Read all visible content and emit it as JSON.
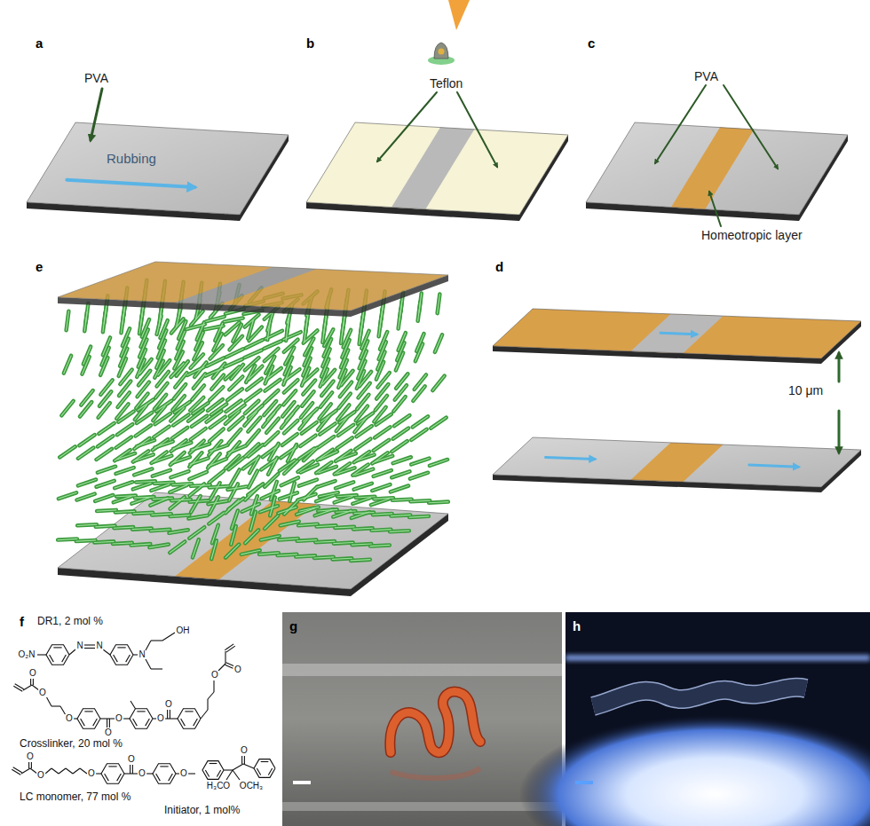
{
  "diagram": {
    "labels": [
      "a",
      "PVA",
      "Rubbing",
      "b",
      "Teflon",
      "c",
      "PVA",
      "Homeotropic layer",
      "e",
      "d",
      "10 μm",
      "f",
      "DR1, 2 mol %",
      "O₂N",
      "N",
      "N",
      "N",
      "OH",
      "Crosslinker, 20 mol %",
      "O",
      "O",
      "O",
      "O",
      "O",
      "O",
      "O",
      "O",
      "O",
      "LC monomer, 77 mol %",
      "O",
      "O",
      "O",
      "O",
      "O",
      "O",
      "Initiator, 1 mol%",
      "O",
      "H₃CO",
      "OCH₃",
      "g",
      "h"
    ]
  }
}
